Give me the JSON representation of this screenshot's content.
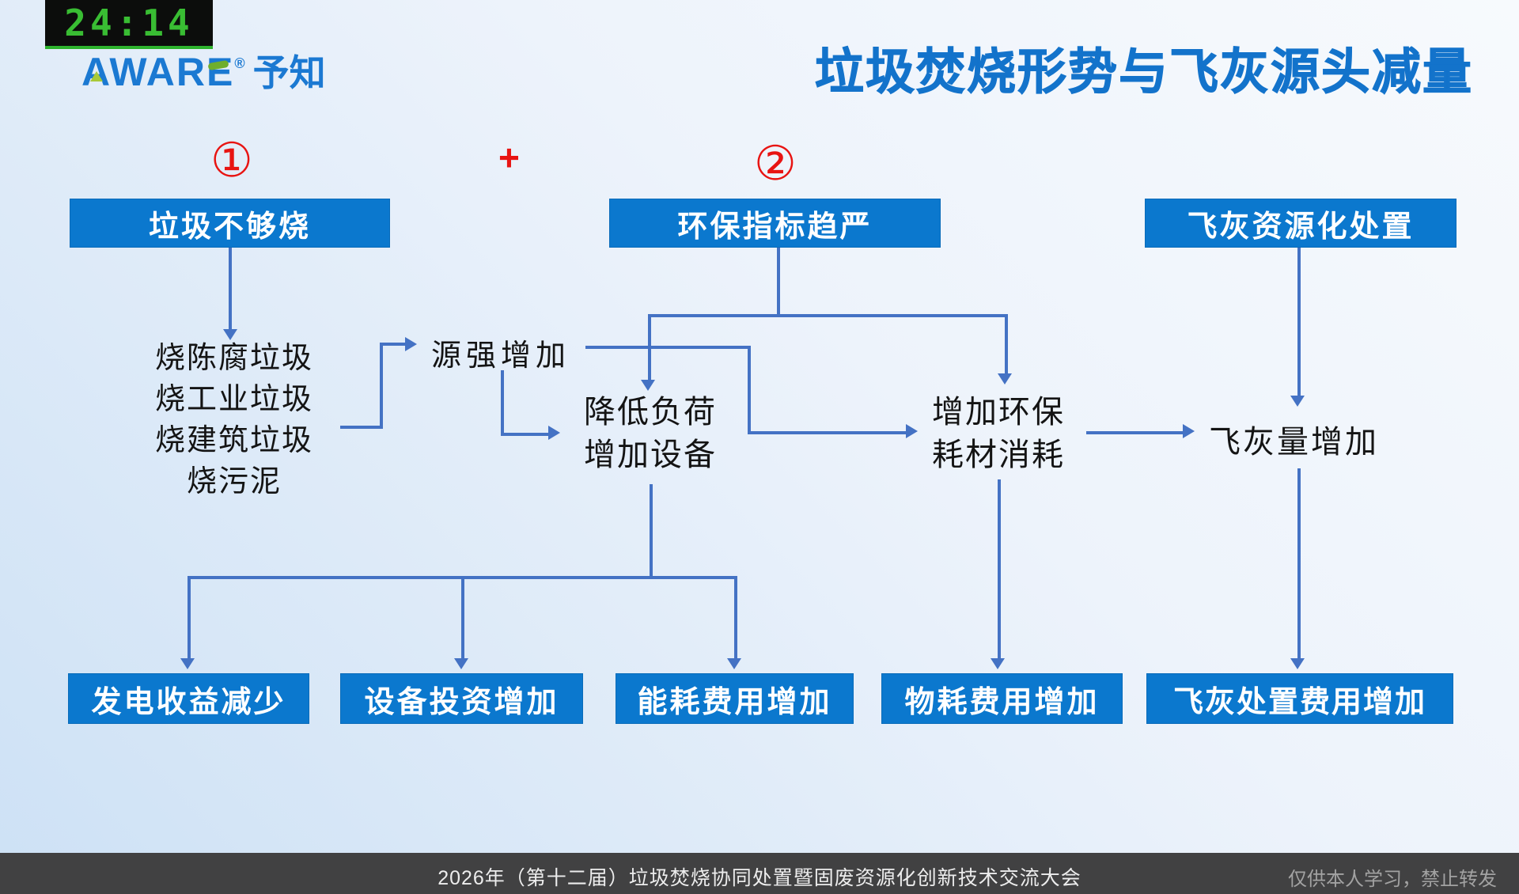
{
  "header": {
    "timer": "24:14",
    "logo": {
      "brand": "AWARE",
      "registered": "®",
      "suffix": "予知"
    },
    "title": "垃圾焚烧形势与飞灰源头减量"
  },
  "markers": {
    "one": "①",
    "plus": "+",
    "two": "②"
  },
  "diagram": {
    "top_boxes": [
      {
        "label": "垃圾不够烧"
      },
      {
        "label": "环保指标趋严"
      },
      {
        "label": "飞灰资源化处置"
      }
    ],
    "notes": {
      "burn_list": [
        "烧陈腐垃圾",
        "烧工业垃圾",
        "烧建筑垃圾",
        "烧污泥"
      ],
      "source_increase": "源强增加",
      "reduce_load": [
        "降低负荷",
        "增加设备"
      ],
      "env_consume": [
        "增加环保",
        "耗材消耗"
      ],
      "flyash_increase": "飞灰量增加"
    },
    "bottom_boxes": [
      {
        "label": "发电收益减少"
      },
      {
        "label": "设备投资增加"
      },
      {
        "label": "能耗费用增加"
      },
      {
        "label": "物耗费用增加"
      },
      {
        "label": "飞灰处置费用增加"
      }
    ]
  },
  "footer": {
    "conference": "2026年（第十二届）垃圾焚烧协同处置暨固废资源化创新技术交流大会",
    "watermark": "仅供本人学习，禁止转发"
  },
  "colors": {
    "box_blue": "#0b78ce",
    "arrow_blue": "#4472c4",
    "title_blue": "#1373cb",
    "marker_red": "#e81412",
    "timer_green": "#39bd33",
    "logo_blue": "#1b79d2",
    "logo_green": "#a9c938",
    "footer_gray": "#414142"
  }
}
